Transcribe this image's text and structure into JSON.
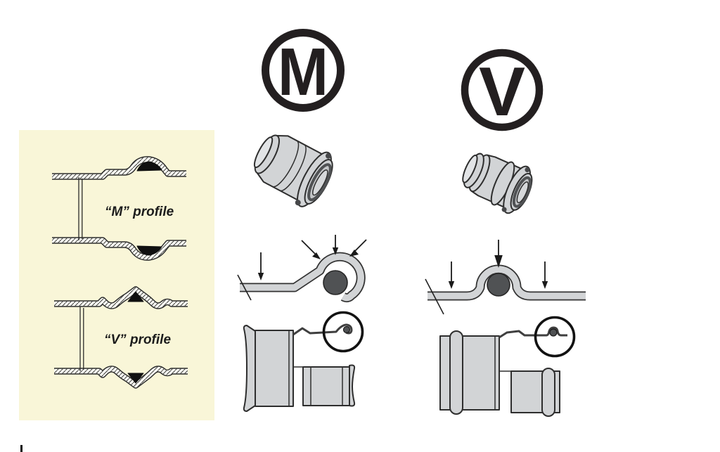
{
  "page": {
    "background": "#ffffff"
  },
  "panel": {
    "background": "#f9f6d8",
    "m_label": "“M” profile",
    "v_label": "“V” profile"
  },
  "logos": {
    "m_letter": "M",
    "v_letter": "V",
    "color": "#231f20"
  },
  "colors": {
    "outline_ink": "#2b2b2b",
    "fitting_gray": "#d2d4d6",
    "oring_dark": "#505254",
    "seal_black": "#101010",
    "band_white": "#fdfdf5"
  },
  "illustrations": {
    "m_badge": "circled-letter-m-badge",
    "v_badge": "circled-letter-v-badge",
    "m_fitting": "m-profile-press-coupling-3d",
    "v_fitting": "v-profile-press-coupling-3d",
    "m_press_section": "m-profile-jaw-press-cross-section",
    "v_press_section": "v-profile-jaw-press-cross-section",
    "m_cutaway": "m-profile-fitting-cutaway-with-seal-detail",
    "v_cutaway": "v-profile-fitting-cutaway-with-seal-detail"
  }
}
